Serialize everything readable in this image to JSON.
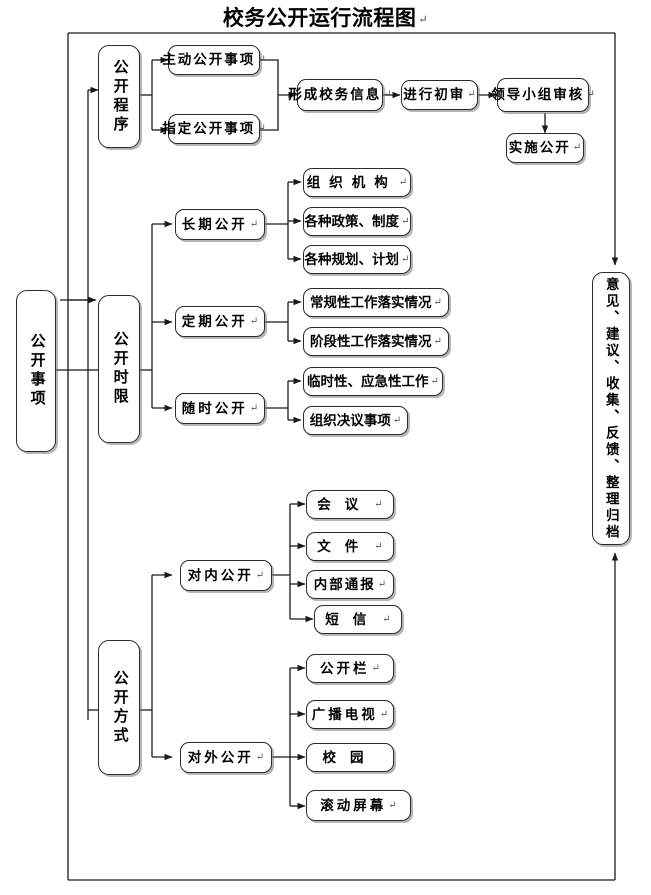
{
  "title": {
    "text": "校务公开运行流程图",
    "mark": "↵"
  },
  "diagram": {
    "type": "flowchart",
    "orientation": "left-to-right",
    "mark": "↵",
    "nodes": {
      "root": {
        "label": "公开事项",
        "orientation": "vertical"
      },
      "procedure": {
        "label": "公开程序",
        "orientation": "vertical"
      },
      "timelimit": {
        "label": "公开时限",
        "orientation": "vertical"
      },
      "method": {
        "label": "公开方式",
        "orientation": "vertical"
      },
      "feedback": {
        "label": "意见、建议、收集、反馈、整理归档",
        "orientation": "vertical"
      },
      "proc_active": {
        "label": "主动公开事项"
      },
      "proc_designated": {
        "label": "指定公开事项"
      },
      "proc_form": {
        "label": "形成校务信息"
      },
      "proc_review": {
        "label": "进行初审"
      },
      "proc_leader": {
        "label": "领导小组审核"
      },
      "proc_publish": {
        "label": "实施公开"
      },
      "time_long": {
        "label": "长期公开"
      },
      "time_regular": {
        "label": "定期公开"
      },
      "time_anytime": {
        "label": "随时公开"
      },
      "long_1": {
        "label": "组织机构"
      },
      "long_2": {
        "label": "各种政策、制度"
      },
      "long_3": {
        "label": "各种规划、计划"
      },
      "regular_1": {
        "label": "常规性工作落实情况"
      },
      "regular_2": {
        "label": "阶段性工作落实情况"
      },
      "anytime_1": {
        "label": "临时性、应急性工作"
      },
      "anytime_2": {
        "label": "组织决议事项"
      },
      "method_internal": {
        "label": "对内公开"
      },
      "method_external": {
        "label": "对外公开"
      },
      "internal_1": {
        "label": "会议"
      },
      "internal_2": {
        "label": "文件"
      },
      "internal_3": {
        "label": "内部通报"
      },
      "internal_4": {
        "label": "短信"
      },
      "external_1": {
        "label": "公开栏"
      },
      "external_2": {
        "label": "广播电视"
      },
      "external_3": {
        "label": "校园"
      },
      "external_4": {
        "label": "滚动屏幕"
      }
    },
    "colors": {
      "line": "#222222",
      "box_border": "#2b2b2b",
      "box_fill": "#ffffff",
      "shadow": "#8a8a8a",
      "text": "#000000"
    }
  }
}
